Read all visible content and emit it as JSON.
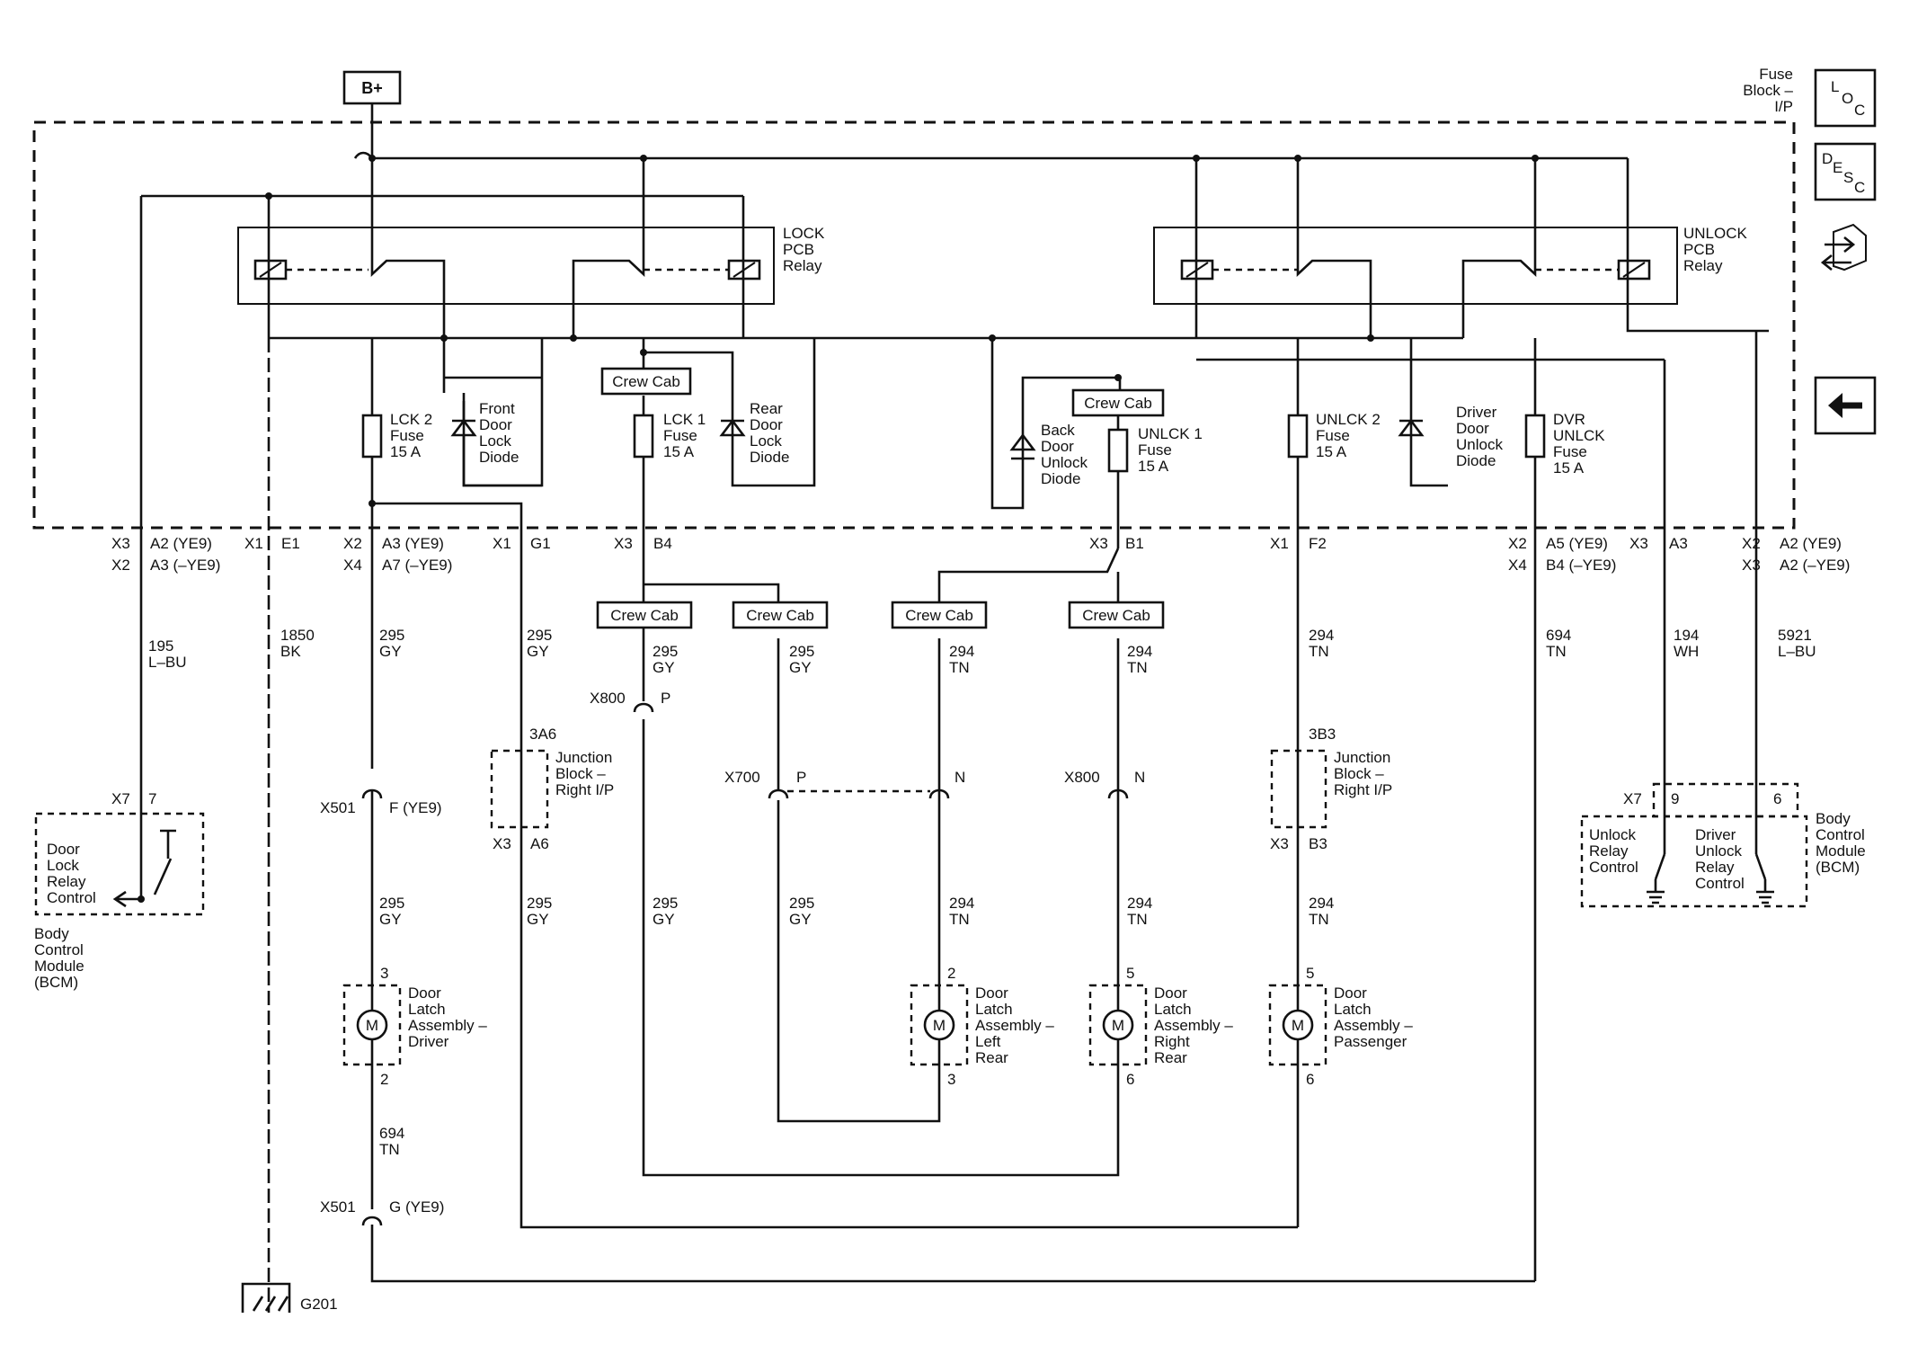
{
  "power_source": "B+",
  "fuse_block_label": [
    "Fuse",
    "Block –",
    "I/P"
  ],
  "side_icons": {
    "loc": {
      "icon": "loc-icon",
      "letters": [
        "L",
        "O",
        "C"
      ]
    },
    "desc": {
      "icon": "desc-icon",
      "letters": [
        "D",
        "E",
        "S",
        "C"
      ]
    },
    "connector": {
      "icon": "connector-view-icon"
    },
    "back": {
      "icon": "back-arrow-icon"
    }
  },
  "relays": {
    "lock": [
      "LOCK",
      "PCB",
      "Relay"
    ],
    "unlock": [
      "UNLOCK",
      "PCB",
      "Relay"
    ]
  },
  "crew_cab": "Crew Cab",
  "fuses": {
    "lck2": [
      "LCK 2",
      "Fuse",
      "15 A"
    ],
    "lck1": [
      "LCK 1",
      "Fuse",
      "15 A"
    ],
    "unlck1": [
      "UNLCK 1",
      "Fuse",
      "15 A"
    ],
    "unlck2": [
      "UNLCK 2",
      "Fuse",
      "15 A"
    ],
    "dvr": [
      "DVR",
      "UNLCK",
      "Fuse",
      "15 A"
    ]
  },
  "diodes": {
    "front": [
      "Front",
      "Door",
      "Lock",
      "Diode"
    ],
    "rear": [
      "Rear",
      "Door",
      "Lock",
      "Diode"
    ],
    "back": [
      "Back",
      "Door",
      "Unlock",
      "Diode"
    ],
    "driver": [
      "Driver",
      "Door",
      "Unlock",
      "Diode"
    ]
  },
  "terminals": {
    "c1": [
      "X3",
      "A2 (YE9)",
      "X2",
      "A3 (–YE9)"
    ],
    "c2": [
      "X1",
      "E1"
    ],
    "c3": [
      "X2",
      "A3 (YE9)",
      "X4",
      "A7 (–YE9)"
    ],
    "c4": [
      "X1",
      "G1"
    ],
    "c5": [
      "X3",
      "B4"
    ],
    "c6": [
      "X3",
      "B1"
    ],
    "c7": [
      "X1",
      "F2"
    ],
    "c8": [
      "X2",
      "A5 (YE9)",
      "X4",
      "B4 (–YE9)"
    ],
    "c9": [
      "X3",
      "A3"
    ],
    "c10": [
      "X2",
      "A2 (YE9)",
      "X3",
      "A2 (–YE9)"
    ]
  },
  "wires": {
    "w195": [
      "195",
      "L–BU"
    ],
    "w1850": [
      "1850",
      "BK"
    ],
    "w295a": [
      "295",
      "GY"
    ],
    "w295b": [
      "295",
      "GY"
    ],
    "w295c": [
      "295",
      "GY"
    ],
    "w295d": [
      "295",
      "GY"
    ],
    "w294a": [
      "294",
      "TN"
    ],
    "w294b": [
      "294",
      "TN"
    ],
    "w294c": [
      "294",
      "TN"
    ],
    "w694": [
      "694",
      "TN"
    ],
    "w194": [
      "194",
      "WH"
    ],
    "w5921": [
      "5921",
      "L–BU"
    ],
    "w295e": [
      "295",
      "GY"
    ],
    "w295f": [
      "295",
      "GY"
    ],
    "w295g": [
      "295",
      "GY"
    ],
    "w295h": [
      "295",
      "GY"
    ],
    "w294d": [
      "294",
      "TN"
    ],
    "w294e": [
      "294",
      "TN"
    ],
    "w294f": [
      "294",
      "TN"
    ],
    "w694b": [
      "694",
      "TN"
    ]
  },
  "connectors": {
    "x800p": [
      "X800",
      "P"
    ],
    "x700p": [
      "X700",
      "P"
    ],
    "x700n": "N",
    "x800n": [
      "X800",
      "N"
    ],
    "x501f": [
      "X501",
      "F (YE9)"
    ],
    "x501g": [
      "X501",
      "G (YE9)"
    ],
    "x7_7": [
      "X7",
      "7"
    ],
    "x7_9": [
      "X7",
      "9"
    ],
    "x7_6": "6"
  },
  "junction_blocks": {
    "left": {
      "top": "3A6",
      "name": [
        "Junction",
        "Block –",
        "Right I/P"
      ],
      "bottom": [
        "X3",
        "A6"
      ]
    },
    "right": {
      "top": "3B3",
      "name": [
        "Junction",
        "Block –",
        "Right I/P"
      ],
      "bottom": [
        "X3",
        "B3"
      ]
    }
  },
  "motors": {
    "driver": {
      "symbol": "M",
      "pins": [
        "3",
        "2"
      ],
      "name": [
        "Door",
        "Latch",
        "Assembly –",
        "Driver"
      ]
    },
    "left_rear": {
      "symbol": "M",
      "pins": [
        "2",
        "3"
      ],
      "name": [
        "Door",
        "Latch",
        "Assembly –",
        "Left",
        "Rear"
      ]
    },
    "right_rear": {
      "symbol": "M",
      "pins": [
        "5",
        "6"
      ],
      "name": [
        "Door",
        "Latch",
        "Assembly –",
        "Right",
        "Rear"
      ]
    },
    "passenger": {
      "symbol": "M",
      "pins": [
        "5",
        "6"
      ],
      "name": [
        "Door",
        "Latch",
        "Assembly –",
        "Passenger"
      ]
    }
  },
  "bcm_left": {
    "inner": [
      "Door",
      "Lock",
      "Relay",
      "Control"
    ],
    "name": [
      "Body",
      "Control",
      "Module",
      "(BCM)"
    ]
  },
  "bcm_right": {
    "ctrl1": [
      "Unlock",
      "Relay",
      "Control"
    ],
    "ctrl2": [
      "Driver",
      "Unlock",
      "Relay",
      "Control"
    ],
    "name": [
      "Body",
      "Control",
      "Module",
      "(BCM)"
    ]
  },
  "ground": "G201"
}
